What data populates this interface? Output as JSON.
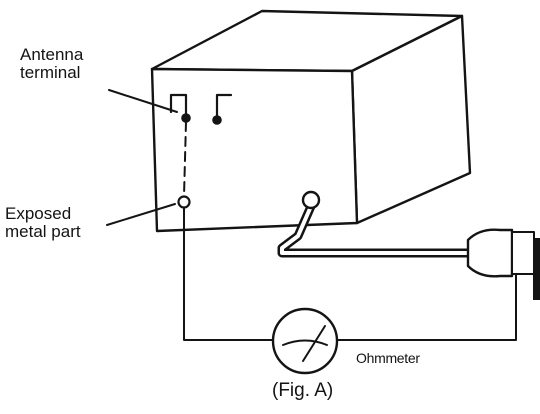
{
  "labels": {
    "antenna_line1": "Antenna",
    "antenna_line2": "terminal",
    "metal_line1": "Exposed",
    "metal_line2": "metal part",
    "ohmmeter": "Ohmmeter",
    "caption": "(Fig. A)"
  },
  "colors": {
    "ink": "#141414",
    "background": "#ffffff"
  }
}
